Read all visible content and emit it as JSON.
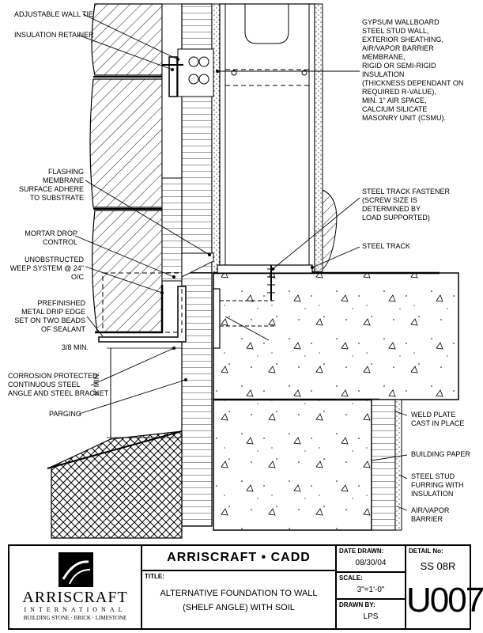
{
  "labels_left": [
    {
      "id": "adjustable-wall-tie",
      "text": "ADJUSTABLE WALL TIE"
    },
    {
      "id": "insulation-retainer",
      "text": "INSULATION RETAINER"
    },
    {
      "id": "flashing-membrane",
      "text": "FLASHING MEMBRANE\nSURFACE ADHERE\nTO SUBSTRATE"
    },
    {
      "id": "mortar-drop-control",
      "text": "MORTAR DROP\nCONTROL"
    },
    {
      "id": "weep-system",
      "text": "UNOBSTRUCTED\nWEEP SYSTEM @ 24\" O/C"
    },
    {
      "id": "drip-edge",
      "text": "PREFINISHED\nMETAL DRIP EDGE\nSET ON TWO BEADS\nOF SEALANT"
    },
    {
      "id": "three-eighths-min",
      "text": "3/8 MIN."
    },
    {
      "id": "corrosion-protected",
      "text": "CORROSION PROTECTED\nCONTINUOUS STEEL\nANGLE AND STEEL BRACKET"
    },
    {
      "id": "parging",
      "text": "PARGING"
    }
  ],
  "labels_right": [
    {
      "id": "wall-assembly",
      "text": "GYPSUM WALLBOARD\nSTEEL STUD WALL,\nEXTERIOR SHEATHING,\nAIR/VAPOR BARRIER\n  MEMBRANE,\nRIGID OR SEMI-RIGID INSULATION\n(THICKNESS DEPENDANT ON\nREQUIRED R-VALUE),\nMIN. 1\" AIR SPACE,\nCALCIUM SILICATE\nMASONRY UNIT (CSMU)."
    },
    {
      "id": "steel-track-fastener",
      "text": "STEEL TRACK FASTENER\n(SCREW SIZE IS\nDETERMINED BY\nLOAD SUPPORTED)"
    },
    {
      "id": "steel-track",
      "text": "STEEL TRACK"
    },
    {
      "id": "weld-plate",
      "text": "WELD PLATE\nCAST IN PLACE"
    },
    {
      "id": "building-paper",
      "text": "BUILDING PAPER"
    },
    {
      "id": "steel-stud-furring",
      "text": "STEEL STUD\nFURRING WITH\nINSULATION"
    },
    {
      "id": "air-vapor-barrier",
      "text": "AIR/VAPOR\nBARRIER"
    }
  ],
  "dimension": {
    "text": "6\" MIN."
  },
  "title_block": {
    "company": "ARRISCRAFT",
    "company_sub": "INTERNATIONAL",
    "company_tagline": "BUILDING STONE · BRICK · LIMESTONE",
    "header": "ARRISCRAFT • CADD",
    "title_label": "TITLE:",
    "title_line1": "ALTERNATIVE FOUNDATION TO WALL",
    "title_line2": "(SHELF ANGLE) WITH SOIL",
    "date_label": "DATE DRAWN:",
    "date_value": "08/30/04",
    "scale_label": "SCALE:",
    "scale_value": "3\"=1'-0\"",
    "drawn_label": "DRAWN BY:",
    "drawn_value": "LPS",
    "detail_label": "DETAIL No:",
    "detail_value": "SS 08R",
    "detail_code": "U007"
  }
}
